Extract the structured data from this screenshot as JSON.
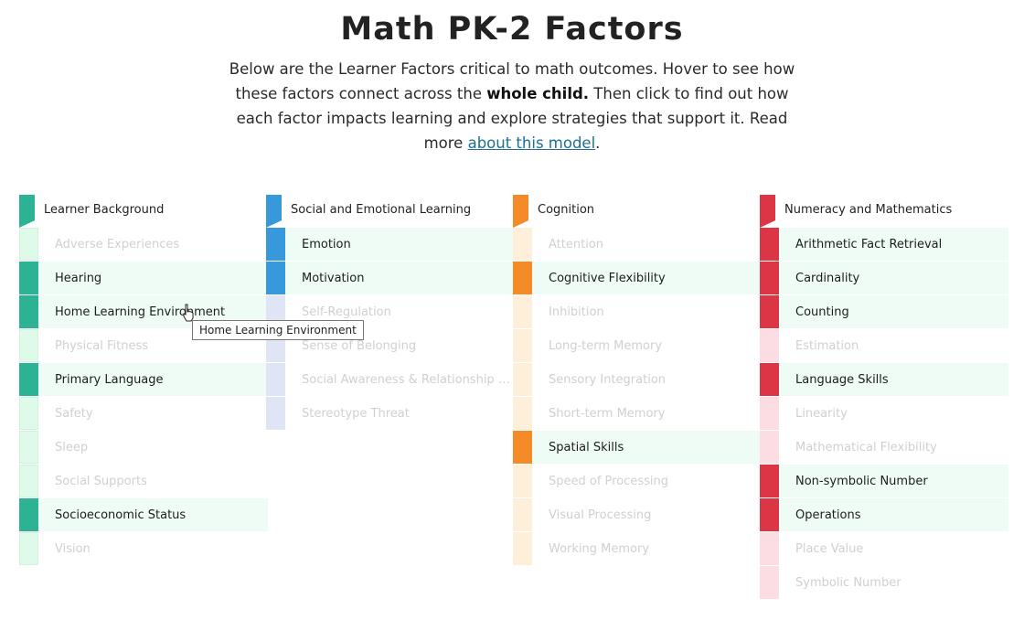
{
  "page": {
    "title": "Math PK-2 Factors",
    "intro_part1": "Below are the Learner Factors critical to math outcomes. Hover to see how these factors connect across the ",
    "intro_bold": "whole child.",
    "intro_part2": " Then click to find out how each factor impacts learning and explore strategies that support it. Read more ",
    "intro_link": "about this model",
    "intro_end": "."
  },
  "tooltip": {
    "text": "Home Learning Environment"
  },
  "columns": [
    {
      "title": "Learner Background",
      "color": "#2bb394",
      "light": "#ddfbe8",
      "items": [
        {
          "label": "Adverse Experiences",
          "active": false
        },
        {
          "label": "Hearing",
          "active": true
        },
        {
          "label": "Home Learning Environment",
          "active": true
        },
        {
          "label": "Physical Fitness",
          "active": false
        },
        {
          "label": "Primary Language",
          "active": true
        },
        {
          "label": "Safety",
          "active": false
        },
        {
          "label": "Sleep",
          "active": false
        },
        {
          "label": "Social Supports",
          "active": false
        },
        {
          "label": "Socioeconomic Status",
          "active": true
        },
        {
          "label": "Vision",
          "active": false
        }
      ]
    },
    {
      "title": "Social and Emotional Learning",
      "color": "#3799dc",
      "light": "#dfe5f5",
      "items": [
        {
          "label": "Emotion",
          "active": true
        },
        {
          "label": "Motivation",
          "active": true
        },
        {
          "label": "Self-Regulation",
          "active": false
        },
        {
          "label": "Sense of Belonging",
          "active": false
        },
        {
          "label": "Social Awareness & Relationship Skills",
          "active": false
        },
        {
          "label": "Stereotype Threat",
          "active": false
        }
      ]
    },
    {
      "title": "Cognition",
      "color": "#f58b28",
      "light": "#fdefd9",
      "items": [
        {
          "label": "Attention",
          "active": false
        },
        {
          "label": "Cognitive Flexibility",
          "active": true
        },
        {
          "label": "Inhibition",
          "active": false
        },
        {
          "label": "Long-term Memory",
          "active": false
        },
        {
          "label": "Sensory Integration",
          "active": false
        },
        {
          "label": "Short-term Memory",
          "active": false
        },
        {
          "label": "Spatial Skills",
          "active": true
        },
        {
          "label": "Speed of Processing",
          "active": false
        },
        {
          "label": "Visual Processing",
          "active": false
        },
        {
          "label": "Working Memory",
          "active": false
        }
      ]
    },
    {
      "title": "Numeracy and Mathematics",
      "color": "#dc3545",
      "light": "#fcdde3",
      "items": [
        {
          "label": "Arithmetic Fact Retrieval",
          "active": true
        },
        {
          "label": "Cardinality",
          "active": true
        },
        {
          "label": "Counting",
          "active": true
        },
        {
          "label": "Estimation",
          "active": false
        },
        {
          "label": "Language Skills",
          "active": true
        },
        {
          "label": "Linearity",
          "active": false
        },
        {
          "label": "Mathematical Flexibility",
          "active": false
        },
        {
          "label": "Non-symbolic Number",
          "active": true
        },
        {
          "label": "Operations",
          "active": true
        },
        {
          "label": "Place Value",
          "active": false
        },
        {
          "label": "Symbolic Number",
          "active": false
        }
      ]
    }
  ]
}
